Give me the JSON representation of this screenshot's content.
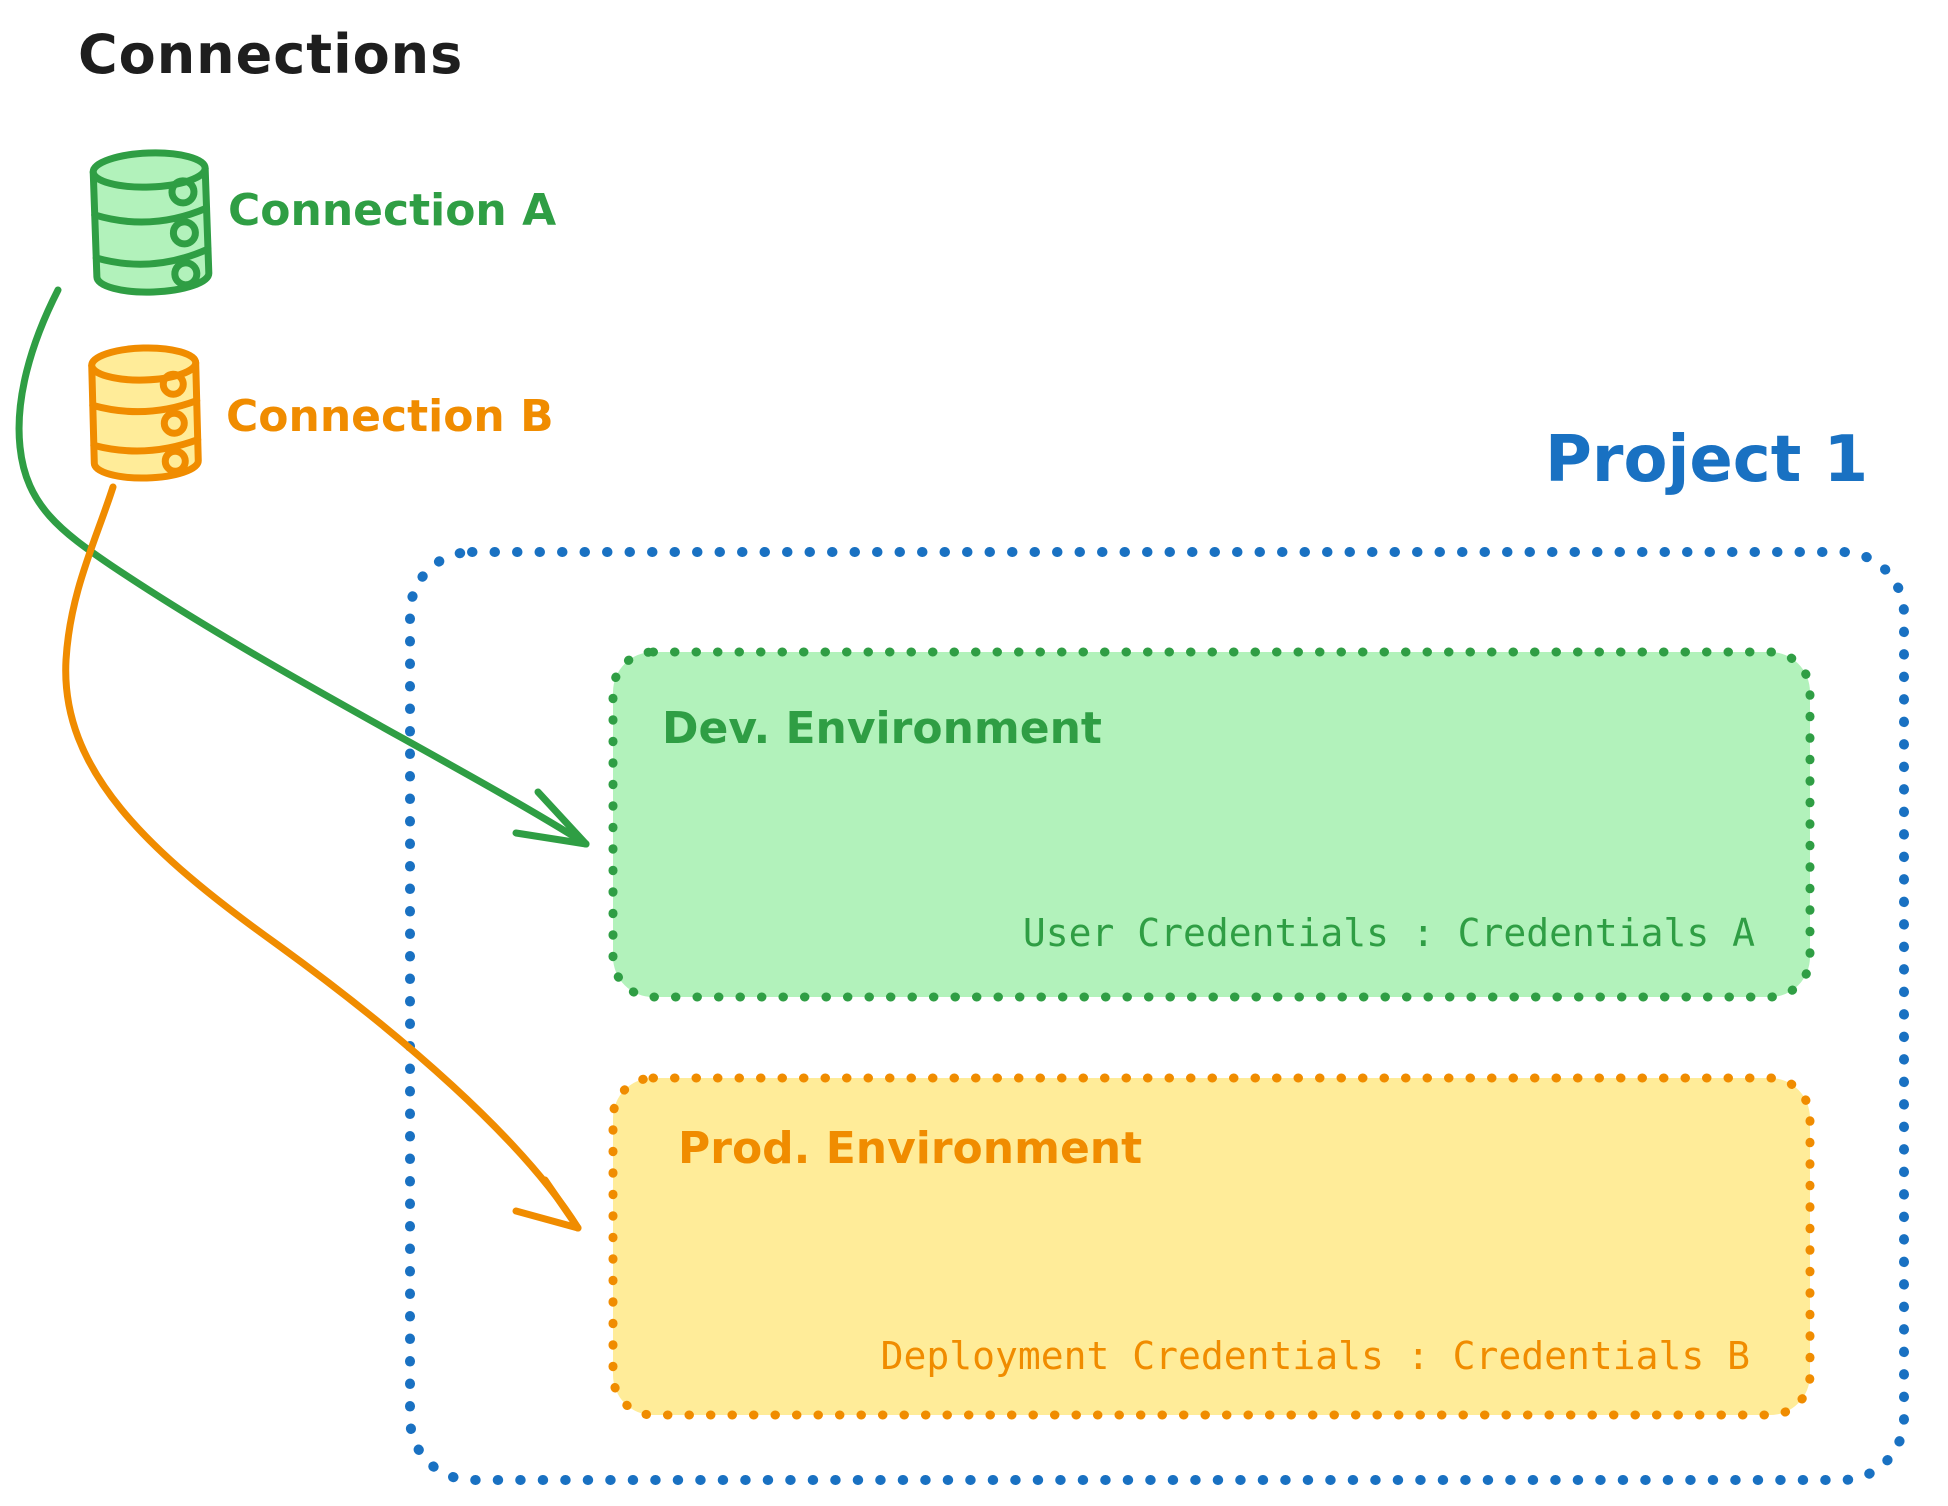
{
  "diagram": {
    "title": "Connections",
    "colors": {
      "ink": "#1e1e1e",
      "green": "#2f9e44",
      "green_fill": "#b2f2bb",
      "orange": "#f08c00",
      "orange_fill": "#ffec99",
      "blue": "#1971c2",
      "background": "#ffffff"
    },
    "connections": [
      {
        "label": "Connection A",
        "icon": "database-icon",
        "color": "#2f9e44",
        "fill": "#b2f2bb"
      },
      {
        "label": "Connection B",
        "icon": "database-icon",
        "color": "#f08c00",
        "fill": "#ffec99"
      }
    ],
    "project": {
      "label": "Project 1",
      "color": "#1971c2",
      "environments": [
        {
          "name": "Dev. Environment",
          "credentials_label": "User Credentials : Credentials A",
          "stroke": "#2f9e44",
          "fill": "#b2f2bb"
        },
        {
          "name": "Prod. Environment",
          "credentials_label": "Deployment Credentials : Credentials B",
          "stroke": "#f08c00",
          "fill": "#ffec99"
        }
      ]
    }
  }
}
